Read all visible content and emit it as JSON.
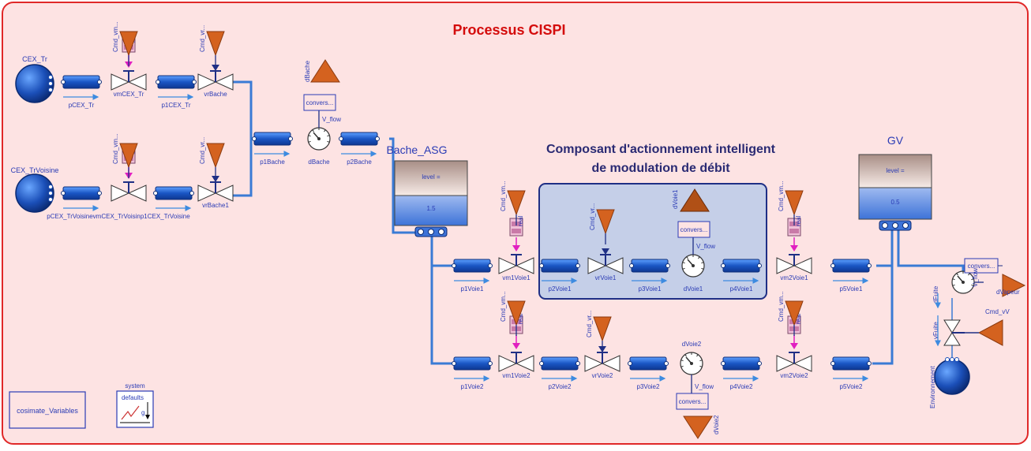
{
  "title": "Processus CISPI",
  "subsystem": {
    "title_line1": "Composant d'actionnement intelligent",
    "title_line2": "de modulation de débit"
  },
  "sources": {
    "cex_tr": "CEX_Tr",
    "cex_trvoisine": "CEX_TrVoisine",
    "environnement": "Environnement"
  },
  "tanks": {
    "bache": {
      "name": "Bache_ASG",
      "level_label": "level =",
      "level_value": "1.5"
    },
    "gv": {
      "name": "GV",
      "level_label": "level =",
      "level_value": "0.5"
    }
  },
  "labels": {
    "pCEX_Tr": "pCEX_Tr",
    "vmCEX_Tr": "vmCEX_Tr",
    "p1CEX_Tr": "p1CEX_Tr",
    "vrBache": "vrBache",
    "row2_pipes": "pCEX_TrVoisinevmCEX_TrVoisinp1CEX_TrVoisine",
    "vrBache1": "vrBache1",
    "p1Bache": "p1Bache",
    "dBache": "dBache",
    "p2Bache": "p2Bache",
    "dBache_out": "dBache",
    "conv": "convers...",
    "vflow": "V_flow",
    "p1Voie1": "p1Voie1",
    "vm1Voie1": "vm1Voie1",
    "p2Voie1": "p2Voie1",
    "vrVoie1": "vrVoie1",
    "p3Voie1": "p3Voie1",
    "dVoie1": "dVoie1",
    "p4Voie1": "p4Voie1",
    "vm2Voie1": "vm2Voie1",
    "p5Voie1": "p5Voie1",
    "p1Voie2": "p1Voie2",
    "vm1Voie2": "vm1Voie2",
    "p2Voie2": "p2Voie2",
    "vrVoie2": "vrVoie2",
    "p3Voie2": "p3Voie2",
    "dVoie2": "dVoie2",
    "p4Voie2": "p4Voie2",
    "vm2Voie2": "vm2Voie2",
    "p5Voie2": "p5Voie2",
    "dVapeur": "dVapeur",
    "dFuite": "dFuite",
    "vFuite": "vFuite",
    "cmd_vv": "Cmd_vV",
    "cmd_vm": "Cmd_vm...",
    "cmd_vr": "Cmd_vr...",
    "real": "real"
  },
  "blocks": {
    "cosimate": "cosimate_Variables",
    "system": "system",
    "defaults": "defaults",
    "g": "g"
  },
  "colors": {
    "background": "#fde3e3",
    "frame": "#e02828",
    "pipe": "#1e5fcc",
    "triangle": "#d4621f",
    "subsystem_fill": "#c5cfe8"
  }
}
